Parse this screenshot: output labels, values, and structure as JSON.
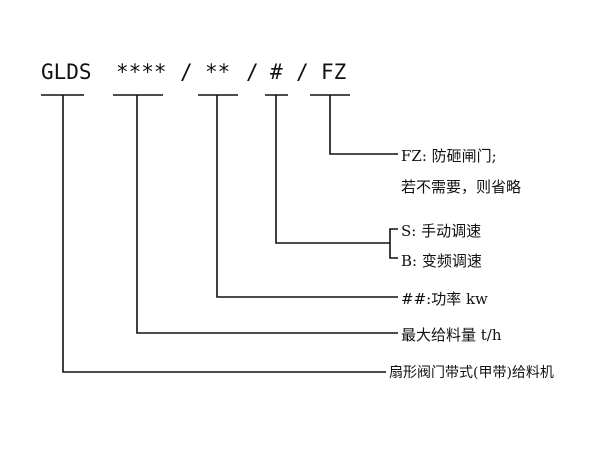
{
  "code": {
    "prefix": "GLDS",
    "capacity": "****",
    "sep1": "/",
    "power": "**",
    "sep2": "/",
    "speed": "#",
    "sep3": "/",
    "gate": "FZ"
  },
  "labels": {
    "gate_line1": "FZ: 防砸闸门;",
    "gate_line2": "若不需要，则省略",
    "speed_manual": "S: 手动调速",
    "speed_vfd": "B: 变频调速",
    "power": "##:功率 kw",
    "capacity": "最大给料量 t/h",
    "name": "扇形阀门带式(甲带)给料机"
  },
  "colors": {
    "ink": "#111111",
    "background": "#ffffff"
  }
}
